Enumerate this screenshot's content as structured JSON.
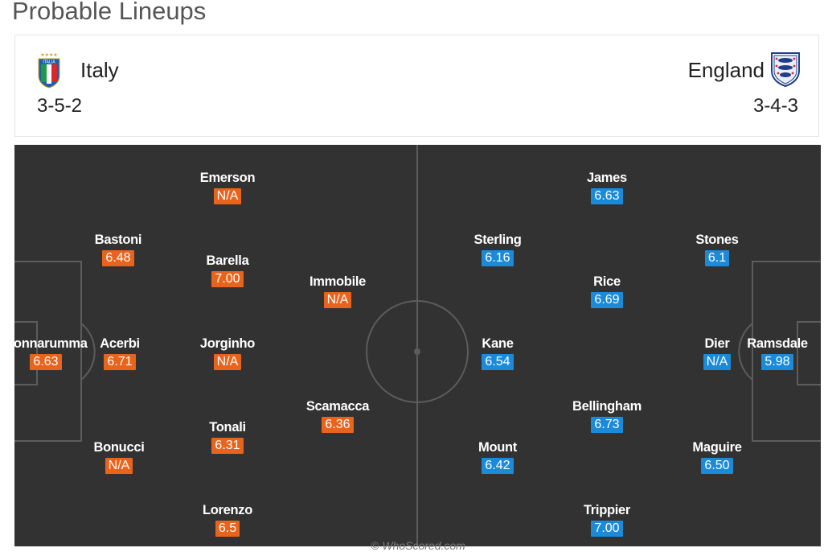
{
  "section_title": "Probable Lineups",
  "home": {
    "team": "Italy",
    "formation": "3-5-2",
    "crest_icon": "italy-crest",
    "color": "#e8641c",
    "players": [
      {
        "name": "Donnarumma",
        "rating": "6.63"
      },
      {
        "name": "Bastoni",
        "rating": "6.48"
      },
      {
        "name": "Acerbi",
        "rating": "6.71"
      },
      {
        "name": "Bonucci",
        "rating": "N/A"
      },
      {
        "name": "Emerson",
        "rating": "N/A"
      },
      {
        "name": "Barella",
        "rating": "7.00"
      },
      {
        "name": "Jorginho",
        "rating": "N/A"
      },
      {
        "name": "Tonali",
        "rating": "6.31"
      },
      {
        "name": "Lorenzo",
        "rating": "6.5"
      },
      {
        "name": "Immobile",
        "rating": "N/A"
      },
      {
        "name": "Scamacca",
        "rating": "6.36"
      }
    ]
  },
  "away": {
    "team": "England",
    "formation": "3-4-3",
    "crest_icon": "england-crest",
    "color": "#1b8ad8",
    "players": [
      {
        "name": "Ramsdale",
        "rating": "5.98"
      },
      {
        "name": "Stones",
        "rating": "6.1"
      },
      {
        "name": "Dier",
        "rating": "N/A"
      },
      {
        "name": "Maguire",
        "rating": "6.50"
      },
      {
        "name": "James",
        "rating": "6.63"
      },
      {
        "name": "Rice",
        "rating": "6.69"
      },
      {
        "name": "Bellingham",
        "rating": "6.73"
      },
      {
        "name": "Trippier",
        "rating": "7.00"
      },
      {
        "name": "Sterling",
        "rating": "6.16"
      },
      {
        "name": "Kane",
        "rating": "6.54"
      },
      {
        "name": "Mount",
        "rating": "6.42"
      }
    ]
  },
  "watermark": "© WhoScored.com"
}
